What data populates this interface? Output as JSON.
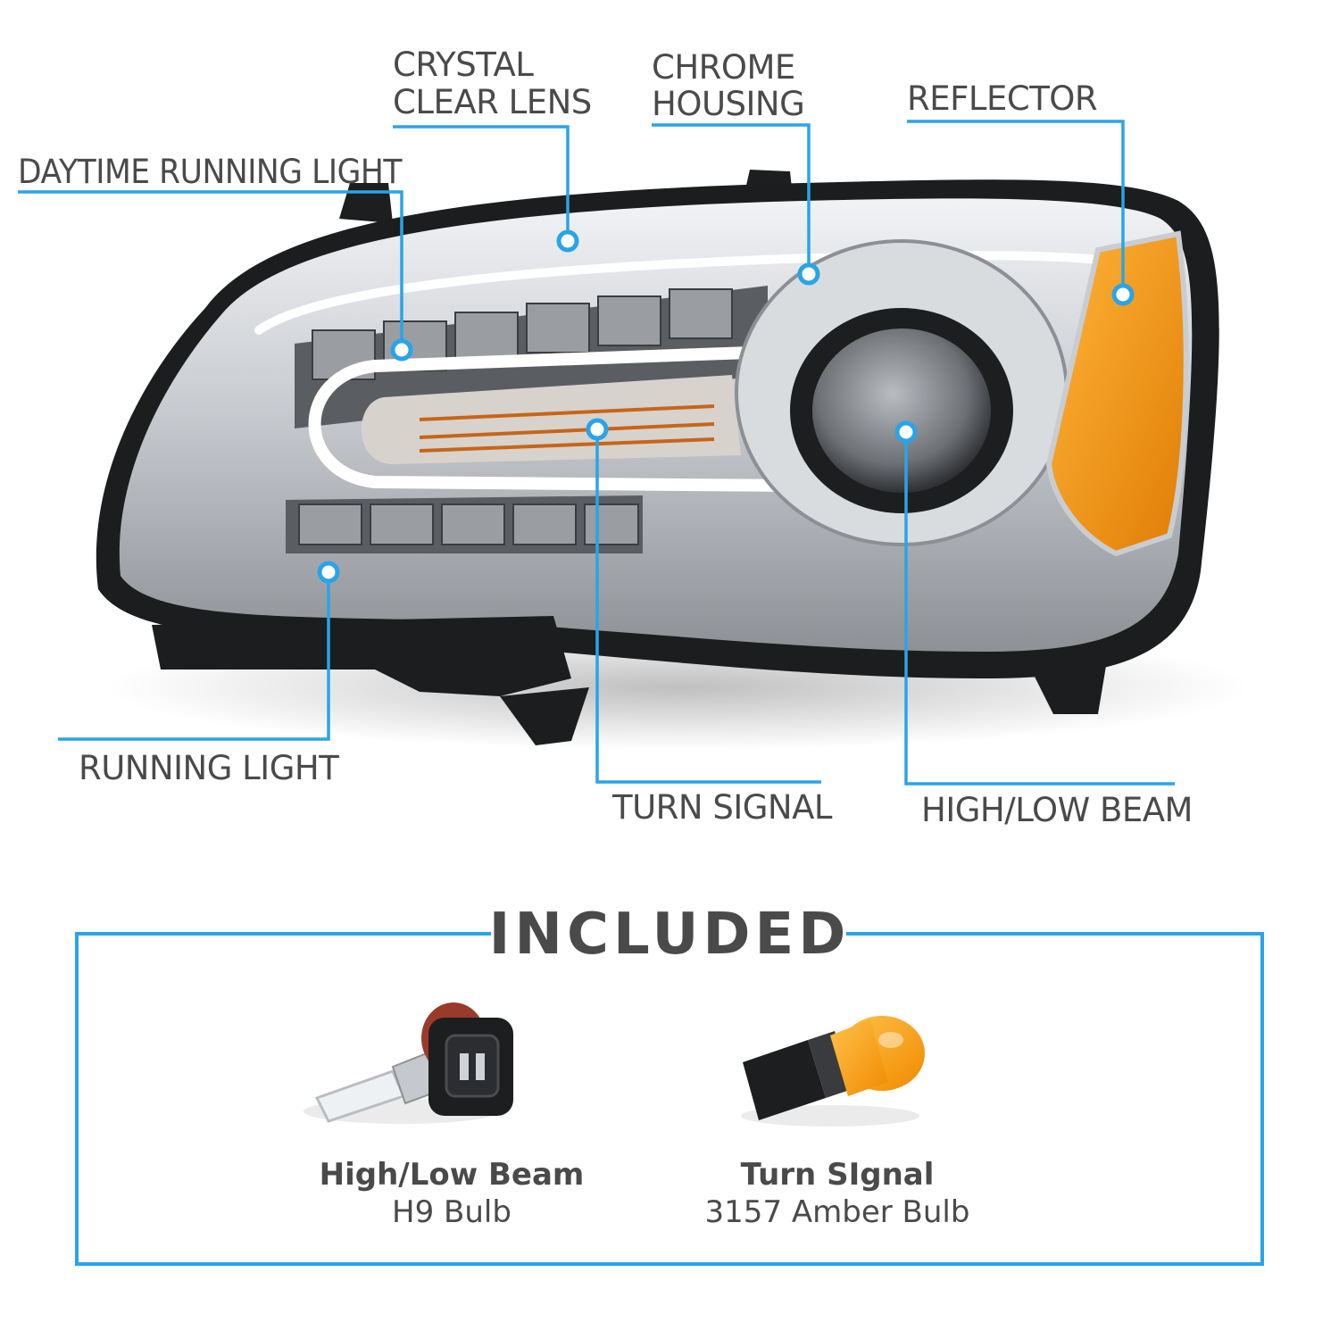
{
  "callouts": {
    "crystal_clear_lens": [
      "CRYSTAL",
      "CLEAR LENS"
    ],
    "chrome_housing": [
      "CHROME",
      "HOUSING"
    ],
    "reflector": "REFLECTOR",
    "daytime_running_light": "DAYTIME RUNNING LIGHT",
    "running_light": "RUNNING LIGHT",
    "turn_signal": "TURN SIGNAL",
    "high_low_beam": "HIGH/LOW BEAM"
  },
  "included": {
    "title": "INCLUDED",
    "bulbs": [
      {
        "name": "High/Low Beam",
        "spec": "H9 Bulb",
        "icon": "h9-bulb-icon"
      },
      {
        "name": "Turn SIgnal",
        "spec": "3157 Amber Bulb",
        "icon": "3157-amber-bulb-icon"
      }
    ]
  },
  "colors": {
    "accent": "#2aa4e8",
    "text": "#4a4a4a",
    "amber": "#f59a12"
  }
}
